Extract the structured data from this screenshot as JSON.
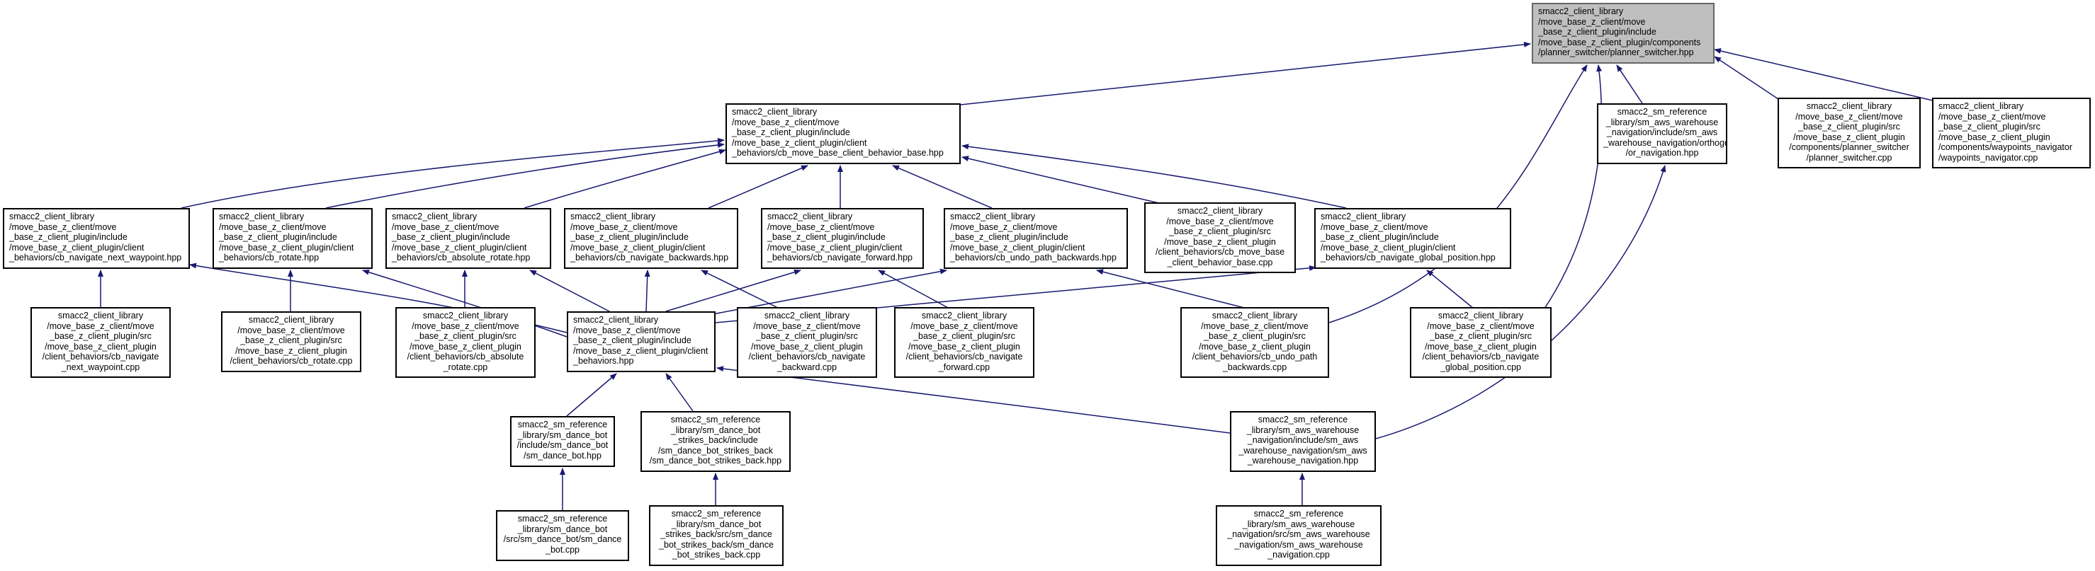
{
  "colors": {
    "edge": "#191970",
    "root_fill": "#bfbfbf",
    "root_border": "#666666",
    "node_border": "#000000"
  },
  "nodes": {
    "root": [
      "smacc2_client_library",
      "/move_base_z_client/move",
      "_base_z_client_plugin/include",
      "/move_base_z_client_plugin/components",
      "/planner_switcher/planner_switcher.hpp"
    ],
    "behavior_base": [
      "smacc2_client_library",
      "/move_base_z_client/move",
      "_base_z_client_plugin/include",
      "/move_base_z_client_plugin/client",
      "_behaviors/cb_move_base_client_behavior_base.hpp"
    ],
    "or_navigation": [
      "smacc2_sm_reference",
      "_library/sm_aws_warehouse",
      "_navigation/include/sm_aws",
      "_warehouse_navigation/orthogonals",
      "/or_navigation.hpp"
    ],
    "planner_switcher_cpp": [
      "smacc2_client_library",
      "/move_base_z_client/move",
      "_base_z_client_plugin/src",
      "/move_base_z_client_plugin",
      "/components/planner_switcher",
      "/planner_switcher.cpp"
    ],
    "waypoints_navigator_cpp": [
      "smacc2_client_library",
      "/move_base_z_client/move",
      "_base_z_client_plugin/src",
      "/move_base_z_client_plugin",
      "/components/waypoints_navigator",
      "/waypoints_navigator.cpp"
    ],
    "next_waypoint_hpp": [
      "smacc2_client_library",
      "/move_base_z_client/move",
      "_base_z_client_plugin/include",
      "/move_base_z_client_plugin/client",
      "_behaviors/cb_navigate_next_waypoint.hpp"
    ],
    "rotate_hpp": [
      "smacc2_client_library",
      "/move_base_z_client/move",
      "_base_z_client_plugin/include",
      "/move_base_z_client_plugin/client",
      "_behaviors/cb_rotate.hpp"
    ],
    "absolute_rotate_hpp": [
      "smacc2_client_library",
      "/move_base_z_client/move",
      "_base_z_client_plugin/include",
      "/move_base_z_client_plugin/client",
      "_behaviors/cb_absolute_rotate.hpp"
    ],
    "navigate_backwards_hpp": [
      "smacc2_client_library",
      "/move_base_z_client/move",
      "_base_z_client_plugin/include",
      "/move_base_z_client_plugin/client",
      "_behaviors/cb_navigate_backwards.hpp"
    ],
    "navigate_forward_hpp": [
      "smacc2_client_library",
      "/move_base_z_client/move",
      "_base_z_client_plugin/include",
      "/move_base_z_client_plugin/client",
      "_behaviors/cb_navigate_forward.hpp"
    ],
    "undo_path_backwards_hpp": [
      "smacc2_client_library",
      "/move_base_z_client/move",
      "_base_z_client_plugin/include",
      "/move_base_z_client_plugin/client",
      "_behaviors/cb_undo_path_backwards.hpp"
    ],
    "behavior_base_cpp": [
      "smacc2_client_library",
      "/move_base_z_client/move",
      "_base_z_client_plugin/src",
      "/move_base_z_client_plugin",
      "/client_behaviors/cb_move_base",
      "_client_behavior_base.cpp"
    ],
    "global_position_hpp": [
      "smacc2_client_library",
      "/move_base_z_client/move",
      "_base_z_client_plugin/include",
      "/move_base_z_client_plugin/client",
      "_behaviors/cb_navigate_global_position.hpp"
    ],
    "next_waypoint_cpp": [
      "smacc2_client_library",
      "/move_base_z_client/move",
      "_base_z_client_plugin/src",
      "/move_base_z_client_plugin",
      "/client_behaviors/cb_navigate",
      "_next_waypoint.cpp"
    ],
    "rotate_cpp": [
      "smacc2_client_library",
      "/move_base_z_client/move",
      "_base_z_client_plugin/src",
      "/move_base_z_client_plugin",
      "/client_behaviors/cb_rotate.cpp"
    ],
    "absolute_rotate_cpp": [
      "smacc2_client_library",
      "/move_base_z_client/move",
      "_base_z_client_plugin/src",
      "/move_base_z_client_plugin",
      "/client_behaviors/cb_absolute",
      "_rotate.cpp"
    ],
    "client_behaviors_hpp": [
      "smacc2_client_library",
      "/move_base_z_client/move",
      "_base_z_client_plugin/include",
      "/move_base_z_client_plugin/client",
      "_behaviors.hpp"
    ],
    "navigate_backward_cpp": [
      "smacc2_client_library",
      "/move_base_z_client/move",
      "_base_z_client_plugin/src",
      "/move_base_z_client_plugin",
      "/client_behaviors/cb_navigate",
      "_backward.cpp"
    ],
    "navigate_forward_cpp": [
      "smacc2_client_library",
      "/move_base_z_client/move",
      "_base_z_client_plugin/src",
      "/move_base_z_client_plugin",
      "/client_behaviors/cb_navigate",
      "_forward.cpp"
    ],
    "undo_path_backwards_cpp": [
      "smacc2_client_library",
      "/move_base_z_client/move",
      "_base_z_client_plugin/src",
      "/move_base_z_client_plugin",
      "/client_behaviors/cb_undo_path",
      "_backwards.cpp"
    ],
    "global_position_cpp": [
      "smacc2_client_library",
      "/move_base_z_client/move",
      "_base_z_client_plugin/src",
      "/move_base_z_client_plugin",
      "/client_behaviors/cb_navigate",
      "_global_position.cpp"
    ],
    "sm_dance_bot_hpp": [
      "smacc2_sm_reference",
      "_library/sm_dance_bot",
      "/include/sm_dance_bot",
      "/sm_dance_bot.hpp"
    ],
    "strikes_back_hpp": [
      "smacc2_sm_reference",
      "_library/sm_dance_bot",
      "_strikes_back/include",
      "/sm_dance_bot_strikes_back",
      "/sm_dance_bot_strikes_back.hpp"
    ],
    "aws_nav_hpp": [
      "smacc2_sm_reference",
      "_library/sm_aws_warehouse",
      "_navigation/include/sm_aws",
      "_warehouse_navigation/sm_aws",
      "_warehouse_navigation.hpp"
    ],
    "sm_dance_bot_cpp": [
      "smacc2_sm_reference",
      "_library/sm_dance_bot",
      "/src/sm_dance_bot/sm_dance",
      "_bot.cpp"
    ],
    "strikes_back_cpp": [
      "smacc2_sm_reference",
      "_library/sm_dance_bot",
      "_strikes_back/src/sm_dance",
      "_bot_strikes_back/sm_dance",
      "_bot_strikes_back.cpp"
    ],
    "aws_nav_cpp": [
      "smacc2_sm_reference",
      "_library/sm_aws_warehouse",
      "_navigation/src/sm_aws_warehouse",
      "_navigation/sm_aws_warehouse",
      "_navigation.cpp"
    ]
  }
}
